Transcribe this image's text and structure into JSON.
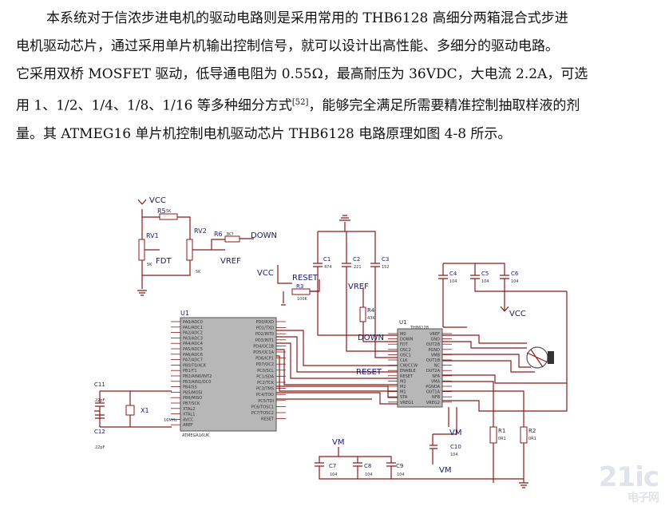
{
  "paragraph": {
    "line1": "本系统对于信浓步进电机的驱动电路则是采用常用的 THB6128 高细分两箱混合式步进",
    "line2": "电机驱动芯片，通过采用单片机输出控制信号，就可以设计出高性能、多细分的驱动电路。",
    "line3": "它采用双桥 MOSFET 驱动，低导通电阻为 0.55Ω，最高耐压为 36VDC，大电流 2.2A，可选",
    "line4a": "用 1、1/2、1/4、1/8、1/16 等多种细分方式",
    "line4sup": "[52]",
    "line4b": "，能够完全满足所需要精准控制抽取样液的剂",
    "line5": "量。其 ATMEG16 单片机控制电机驱动芯片 THB6128 电路原理如图 4-8 所示。"
  },
  "schematic": {
    "labels": {
      "vcc_top": "VCC",
      "r5": "R5",
      "r5v": "5K",
      "rv1": "RV1",
      "rv1v": "5K",
      "rv2": "RV2",
      "rv2v": "5K",
      "r6": "R6",
      "r6v": "3K7",
      "down_top": "DOWN",
      "fdt": "FDT",
      "vref_left": "VREF",
      "vcc_mid": "VCC",
      "reset_top": "RESET",
      "r3": "R3",
      "r3v": "100K",
      "c1": "C1",
      "c1v": "474",
      "c2": "C2",
      "c2v": "221",
      "c3": "C3",
      "c3v": "152",
      "vref_mid": "VREF",
      "r4": "R4",
      "r4v": "43K",
      "c4": "C4",
      "c4v": "104",
      "c5": "C5",
      "c5v": "104",
      "c6": "C6",
      "c6v": "104",
      "vcc_right": "VCC",
      "u1_mcu": "U1",
      "mcu_part": "ATMEGA16UK",
      "u1_drv": "U1",
      "drv_part": "THB6128",
      "down_mid": "DOWN",
      "reset_mid": "RESET",
      "c11": "C11",
      "c11v": "22pF",
      "c12": "C12",
      "c12v": "22pF",
      "x1": "X1",
      "x1v": "16MHz",
      "r1": "R1",
      "r1v": "0R1",
      "r2": "R2",
      "r2v": "0R1",
      "vm1": "VM",
      "vm2": "VM",
      "vm3": "VM",
      "c10": "C10",
      "c10v": "104",
      "c7": "C7",
      "c7v": "104",
      "c8": "C8",
      "c8v": "104",
      "c9": "C9",
      "c9v": "104"
    },
    "mcu_pins_left": [
      "PA0/ADC0",
      "PA1/ADC1",
      "PA2/ADC2",
      "PA3/ADC3",
      "PA4/ADC4",
      "PA5/ADC5",
      "PA6/ADC6",
      "PA7/ADC7",
      "PB0/T0/XCK",
      "PB1/T1",
      "PB2/AIN0/INT2",
      "PB3/AIN1/OC0",
      "PB4/SS",
      "PB5/MOSI",
      "PB6/MISO",
      "PB7/SCK",
      "XTAL2",
      "XTAL1",
      "AVCC",
      "AREF"
    ],
    "mcu_pins_right": [
      "PD0/RXD",
      "PD1/TXD",
      "PD2/INT0",
      "PD3/INT1",
      "PD4/OC1B",
      "PD5/OC1A",
      "PD6/ICP1",
      "PD7/OC2",
      "PC0/SCL",
      "PC1/SDA",
      "PC2/TCK",
      "PC3/TMS",
      "PC4/TDO",
      "PC5/TDI",
      "PC6/TOSC1",
      "PC7/TOSC2",
      "RESET"
    ],
    "drv_pins_left": [
      "M0",
      "DOWN",
      "FDT",
      "OSC2",
      "OSC1",
      "CLK",
      "CW/CCW",
      "ENABLE",
      "RESET",
      "M3",
      "M2",
      "M1",
      "STA",
      "VREG1"
    ],
    "drv_pins_right": [
      "VREF",
      "GND",
      "OUT2B",
      "PGND",
      "VMB",
      "OUT1B",
      "NC",
      "OUT2A",
      "NFA",
      "VMA",
      "PGNDA",
      "OUT1A",
      "NFB",
      "VREG2"
    ]
  },
  "watermark": {
    "brand": "21ic",
    "sub": "电子网"
  }
}
